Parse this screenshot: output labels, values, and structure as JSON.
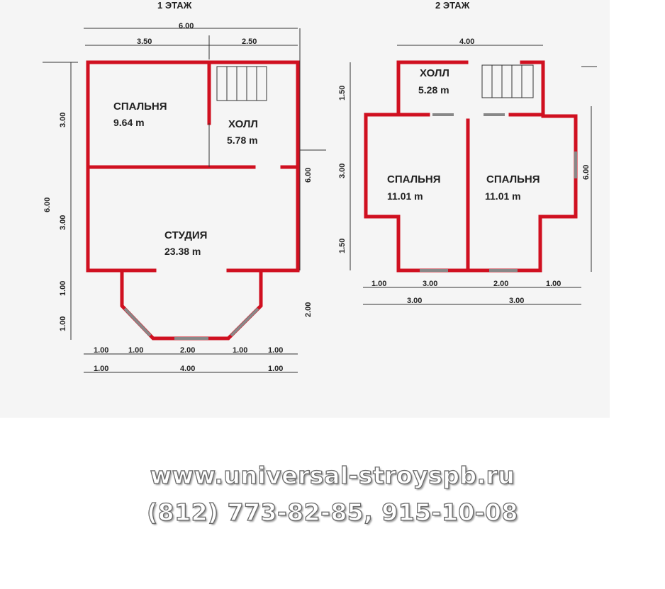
{
  "floor1": {
    "title": "1 ЭТАЖ",
    "dims": {
      "total_width": "6.00",
      "left_width": "3.50",
      "right_width": "2.50",
      "left_h1": "3.00",
      "left_total": "6.00",
      "left_h2": "3.00",
      "right_h": "6.00",
      "bay_h1": "1.00",
      "bay_h2": "1.00",
      "bay_right": "2.00",
      "b1": "1.00",
      "b2": "1.00",
      "b3": "2.00",
      "b4": "1.00",
      "b5": "1.00",
      "c1": "1.00",
      "c2": "4.00",
      "c3": "1.00"
    },
    "rooms": {
      "bedroom_name": "СПАЛЬНЯ",
      "bedroom_area": "9.64 m",
      "hall_name": "ХОЛЛ",
      "hall_area": "5.78 m",
      "studio_name": "СТУДИЯ",
      "studio_area": "23.38 m"
    }
  },
  "floor2": {
    "title": "2 ЭТАЖ",
    "dims": {
      "top_width": "4.00",
      "left_h1": "1.50",
      "left_h2": "3.00",
      "left_h3": "1.50",
      "right_h": "6.00",
      "b1": "1.00",
      "b2": "3.00",
      "b3": "2.00",
      "b4": "1.00",
      "c1": "3.00",
      "c2": "3.00"
    },
    "rooms": {
      "hall_name": "ХОЛЛ",
      "hall_area": "5.28 m",
      "bed1_name": "СПАЛЬНЯ",
      "bed1_area": "11.01 m",
      "bed2_name": "СПАЛЬНЯ",
      "bed2_area": "11.01 m"
    }
  },
  "contact": {
    "website": "www.universal-stroyspb.ru",
    "phones": "(812) 773-82-85,  915-10-08"
  },
  "colors": {
    "wall": "#d01020",
    "background": "#f5f5f5"
  }
}
